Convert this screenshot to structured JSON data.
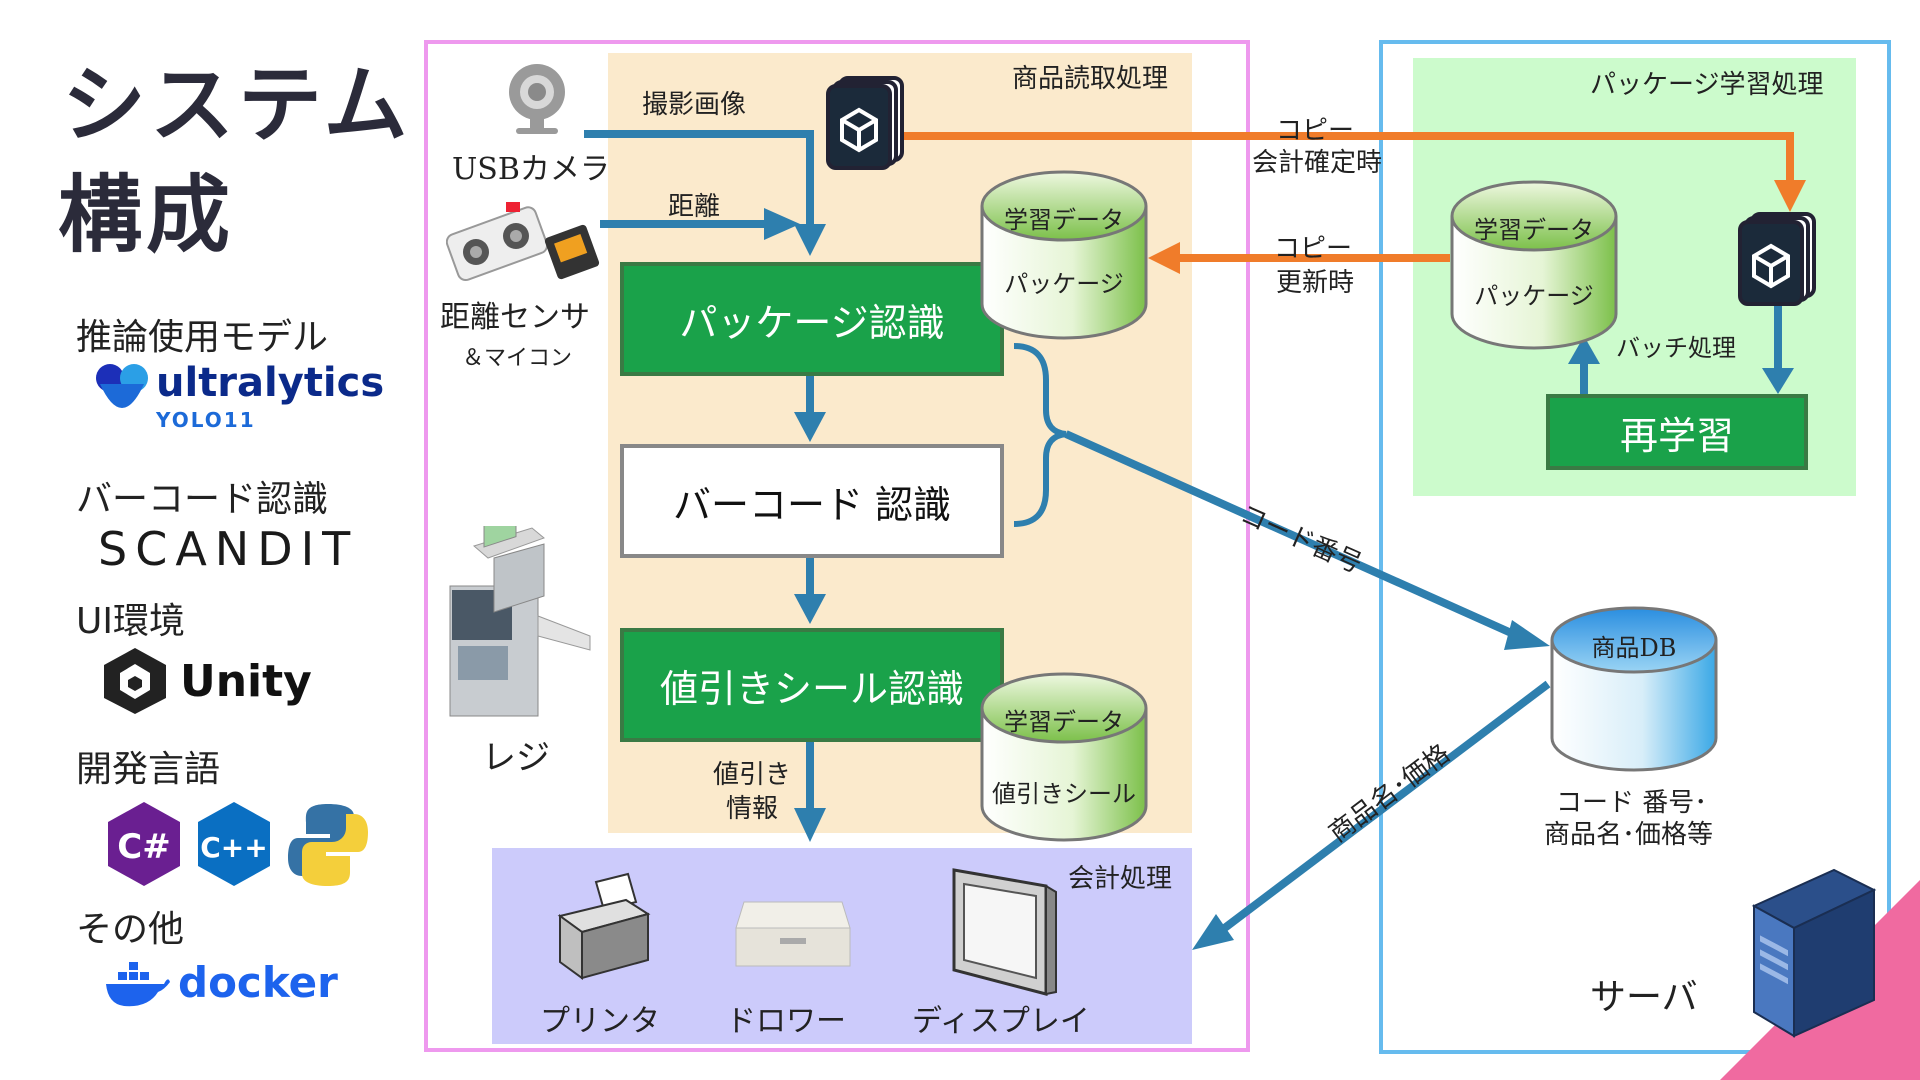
{
  "left": {
    "title_line1": "システム",
    "title_line2": "構成",
    "model_heading": "推論使用モデル",
    "model_logo_text": "ultralytics",
    "model_logo_sub": "YOLO11",
    "barcode_heading": "バーコード認識",
    "barcode_logo_text": "SCANDIT",
    "ui_heading": "UI環境",
    "ui_logo_text": "Unity",
    "lang_heading": "開発言語",
    "lang_icons": [
      "csharp-icon",
      "cplusplus-icon",
      "python-icon"
    ],
    "lang_csharp": "C#",
    "lang_cpp": "C++",
    "other_heading": "その他",
    "other_logo_text": "docker"
  },
  "read_area": {
    "label": "商品読取処理",
    "camera_label": "USBカメラ",
    "sensor_label": "距離センサ",
    "sensor_sub": "＆マイコン",
    "arrow_image": "撮影画像",
    "arrow_distance": "距離",
    "package_recog": "パッケージ認識",
    "barcode_recog": "バーコード 認識",
    "discount_recog": "値引きシール認識",
    "discount_info": "値引き\n情報",
    "register_label": "レジ",
    "db_pkg_line1": "学習データ",
    "db_pkg_line2": "パッケージ",
    "db_disc_line1": "学習データ",
    "db_disc_line2": "値引きシール"
  },
  "pay_area": {
    "label": "会計処理",
    "printer": "プリンタ",
    "drawer": "ドロワー",
    "display": "ディスプレイ"
  },
  "links": {
    "copy_confirm_1": "コピー",
    "copy_confirm_2": "会計確定時",
    "copy_update_1": "コピー",
    "copy_update_2": "更新時",
    "code_number": "コード番号",
    "name_price": "商品名･価格"
  },
  "server": {
    "pkg_area_label": "パッケージ学習処理",
    "db_line1": "学習データ",
    "db_line2": "パッケージ",
    "batch_label": "バッチ処理",
    "relearn": "再学習",
    "product_db": "商品DB",
    "db_caption_1": "コード 番号･",
    "db_caption_2": "商品名･価格等",
    "server_label": "サーバ"
  },
  "colors": {
    "green_box": "#1aa24a",
    "arrow_blue": "#2e7fae",
    "arrow_orange": "#f07c2a",
    "frame_left": "#ee99ee",
    "frame_right": "#66bbee"
  }
}
